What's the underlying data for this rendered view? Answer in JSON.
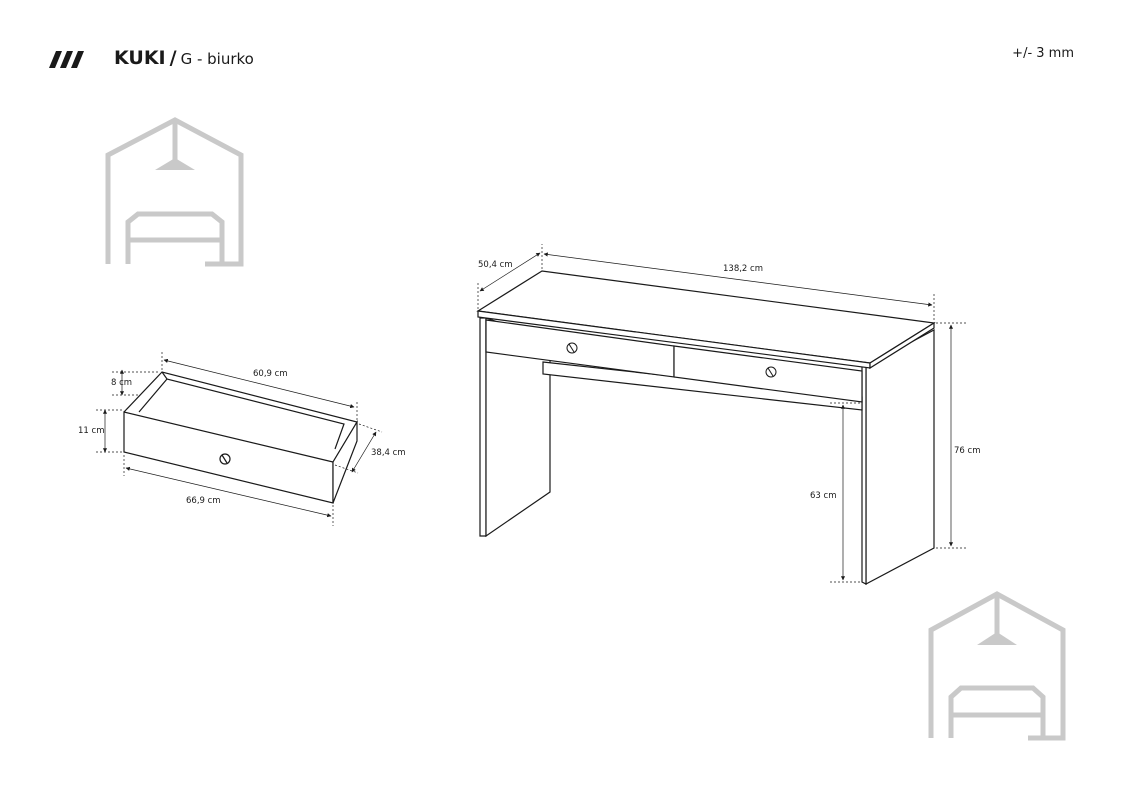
{
  "header": {
    "product": "KUKI",
    "separator": "/",
    "subtitle": "G - biurko",
    "tolerance": "+/- 3 mm"
  },
  "drawer_dimensions": {
    "inner_width": "60,9 cm",
    "height_inner": "8 cm",
    "height_front": "11 cm",
    "depth": "38,4 cm",
    "front_width": "66,9 cm"
  },
  "desk_dimensions": {
    "depth": "50,4 cm",
    "width": "138,2 cm",
    "height": "76 cm",
    "clearance": "63 cm"
  },
  "icons": [
    "triple-slash-logo-icon",
    "house-sofa-watermark-icon"
  ],
  "colors": {
    "line": "#1a1a1a",
    "watermark": "#c9c9c9"
  }
}
